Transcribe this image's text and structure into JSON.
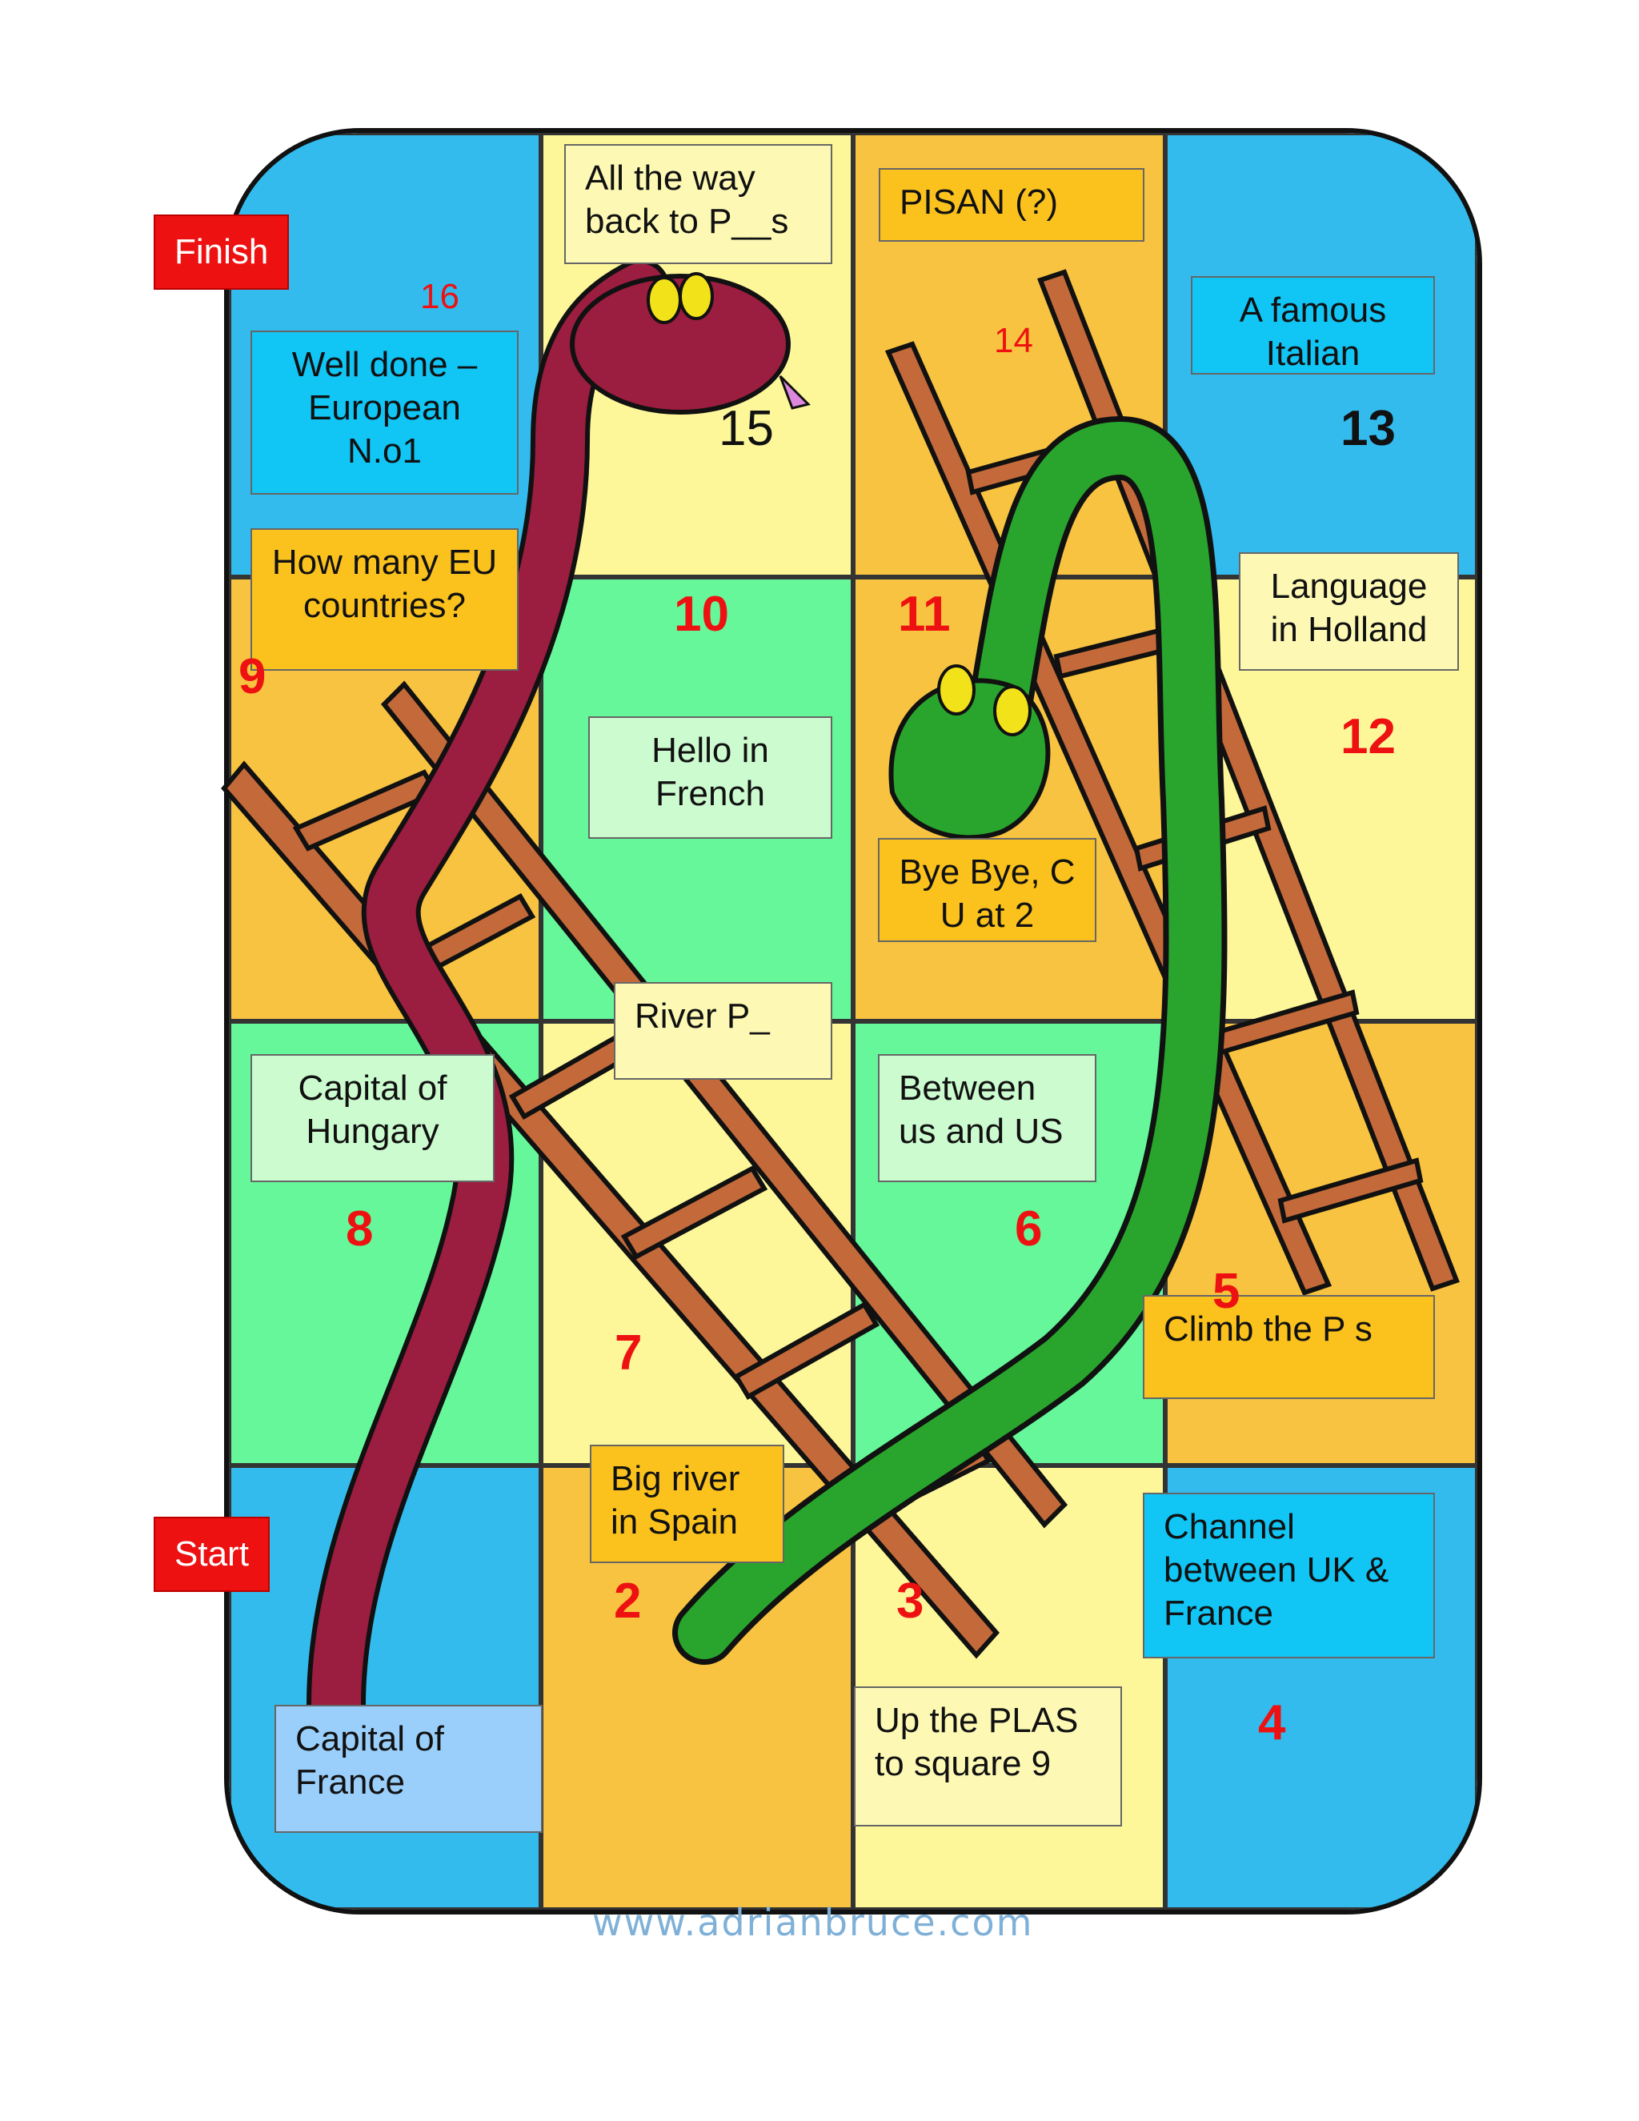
{
  "tags": {
    "finish": "Finish",
    "start": "Start"
  },
  "squares": {
    "s2": {
      "number": "2",
      "clue": "Big river in Spain"
    },
    "s3": {
      "number": "3",
      "clue": "Up the PLAS to square 9"
    },
    "s4": {
      "number": "4",
      "clue": "Channel between UK & France"
    },
    "s5": {
      "number": "5",
      "clue": "Climb the P            s"
    },
    "s6": {
      "number": "6",
      "clue": "Between us and US"
    },
    "s7": {
      "number": "7",
      "clue": "River P_"
    },
    "s8": {
      "number": "8",
      "clue": "Capital of Hungary"
    },
    "s9": {
      "number": "9",
      "clue": "How many EU countries?"
    },
    "s10": {
      "number": "10",
      "clue": "Hello in French"
    },
    "s11": {
      "number": "11",
      "clue": "Bye Bye, C U at 2"
    },
    "s12": {
      "number": "12",
      "clue": "Language in Holland"
    },
    "s13": {
      "number": "13",
      "clue": "A famous Italian"
    },
    "s14": {
      "number": "14",
      "clue": "PISAN (?)"
    },
    "s15": {
      "number": "15",
      "clue": "All the way back to P__s"
    },
    "s16": {
      "number": "16",
      "clue": "Well done – European N.o1"
    },
    "s1": {
      "clue": "Capital of France"
    }
  },
  "footer": "www.adrianbruce.com",
  "colors": {
    "blue": "#33bbee",
    "orange": "#f7c340",
    "yellow": "#fdf79a",
    "green": "#66f79a",
    "red": "#ee1111"
  }
}
